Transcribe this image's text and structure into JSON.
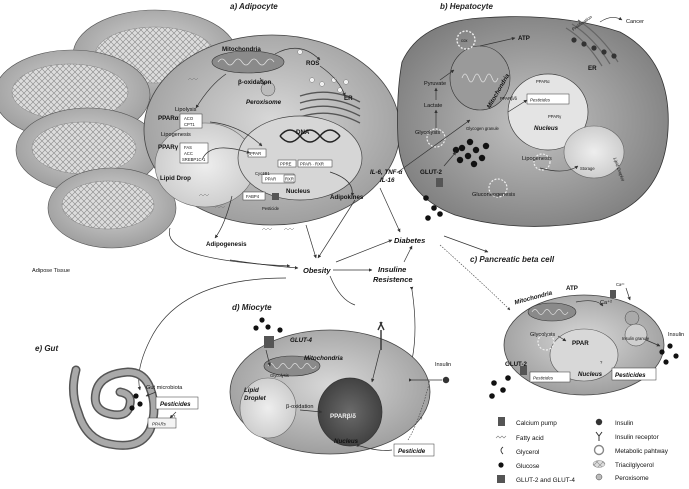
{
  "panels": {
    "adipocyte": "a) Adipocyte",
    "hepatocyte": "b) Hepatocyte",
    "beta_cell": "c) Pancreatic beta cell",
    "miocyte": "d) Miocyte",
    "gut": "e) Gut"
  },
  "adipocyte": {
    "mitochondria": "Mitochondria",
    "beta_oxidation": "β-oxidation",
    "peroxisome": "Peroxisome",
    "ros": "ROS",
    "er": "ER",
    "lipolysis": "Lipolysis",
    "ppar_alpha": "PPARα",
    "aco": "ACO",
    "cpt1": "CPT1",
    "lipogenesis": "Lipogenesis",
    "ppar_gamma": "PPARγ",
    "fas": "FAS",
    "acc": "ACC",
    "srebp": "SREBP1C-1",
    "lipid_drop": "Lipid Drop",
    "dna": "DNA",
    "ppar": "PPAR",
    "ppre": "PPRE",
    "rxr": "RXR",
    "ppar_rxr": "PPAR·· RXR",
    "cyp": "Cyc1B1",
    "nucleus": "Nucleus",
    "fabp4": "FABP4",
    "pesticide": "Pesticide",
    "adipokines": "Adipokines",
    "adipose_tissue": "Adipose Tissue",
    "adipogenesis": "Adipogenesis"
  },
  "hepatocyte": {
    "cox": "cox",
    "atp": "ATP",
    "mitochondria": "Mitochondria",
    "pyruvate": "Pyruvate",
    "lactate": "Lactate",
    "glycolysis": "Glycolysis",
    "glycogen_granule": "Glycogen granule",
    "glut2": "GLUT-2",
    "gluconeogenesis": "Gluconeogenesis",
    "ppar_bd": "PPARβ/δ",
    "pesticides": "Pesticides",
    "proliferation": "Proliferation",
    "er": "ER",
    "ppar_alpha": "PPARα",
    "ppar_gamma": "PPARγ",
    "nucleus": "Nucleus",
    "lipogenesis": "Lipogenesis",
    "storage": "Storage",
    "lipid_droplet": "Lipid Droplet",
    "cancer": "Cancer"
  },
  "center": {
    "cytokines": "IL-6, TNF-α\nIL-16",
    "cytokines_line1": "IL-6, TNF-α",
    "cytokines_line2": "IL-16",
    "diabetes": "Diabetes",
    "obesity": "Obesity",
    "insulin_resistance_1": "Insuline",
    "insulin_resistance_2": "Resistence"
  },
  "beta_cell": {
    "ca": "Ca²⁺",
    "ca2": "Ca⁺²",
    "atp": "ATP",
    "mitochondria": "Mitochondria",
    "glycolysis": "Glycolysis",
    "ppar": "PPAR",
    "insulin_granule": "Insulin granule",
    "insulin": "Insulin",
    "glut2": "GLUT-2",
    "pesticides": "Pesticides",
    "nucleus": "Nucleus",
    "pesticides2": "Pesticides",
    "q": "?"
  },
  "miocyte": {
    "glut4": "GLUT-4",
    "mitochondria": "Mitochondria",
    "glycolysis": "Glycolysis",
    "lipid_droplet": "Lipid Droplet",
    "beta_oxidation": "β-oxidation",
    "ppar": "PPARβ/δ",
    "nucleus": "Nucleus",
    "pesticide": "Pesticide",
    "insulin": "Insulin",
    "q": "?"
  },
  "gut": {
    "microbiota": "Gut microbiota",
    "pesticides": "Pesticides",
    "ppars": "PPARs",
    "q": "?"
  },
  "legend": {
    "items": [
      {
        "icon": "calcium-pump",
        "label": "Calcium pump"
      },
      {
        "icon": "fatty-acid",
        "label": "Fatty acid"
      },
      {
        "icon": "glycerol",
        "label": "Glycerol"
      },
      {
        "icon": "glucose",
        "label": "Glucose"
      },
      {
        "icon": "glut",
        "label": "GLUT-2 and GLUT-4"
      },
      {
        "icon": "insulin",
        "label": "Insulin"
      },
      {
        "icon": "insulin-receptor",
        "label": "Insulin receptor"
      },
      {
        "icon": "metabolic-pathway",
        "label": "Metabolic pahtway"
      },
      {
        "icon": "triacylglycerol",
        "label": "Triacilglycerol"
      },
      {
        "icon": "peroxisome",
        "label": "Peroxisome"
      }
    ]
  }
}
